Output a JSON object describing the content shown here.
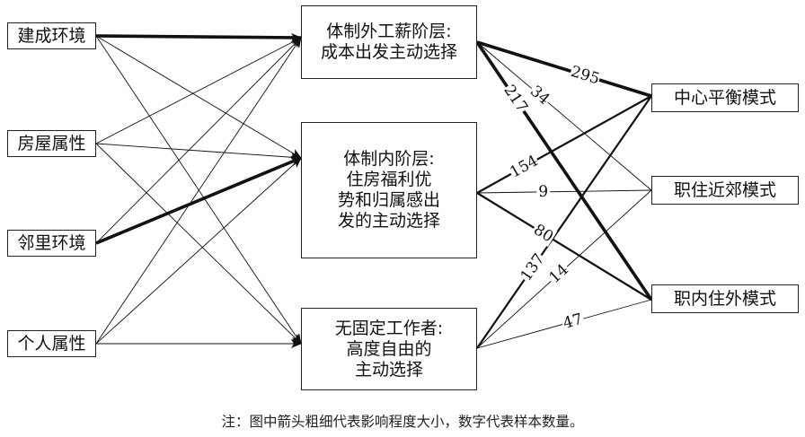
{
  "factors": [
    {
      "id": "f1",
      "label": "建成环境"
    },
    {
      "id": "f2",
      "label": "房屋属性"
    },
    {
      "id": "f3",
      "label": "邻里环境"
    },
    {
      "id": "f4",
      "label": "个人属性"
    }
  ],
  "groups": [
    {
      "id": "g1",
      "lines": [
        "体制外工薪阶层:",
        "成本出发主动选择"
      ]
    },
    {
      "id": "g2",
      "lines": [
        "体制内阶层:",
        "住房福利优",
        "势和归属感出",
        "发的主动选择"
      ]
    },
    {
      "id": "g3",
      "lines": [
        "无固定工作者:",
        "高度自由的",
        "主动选择"
      ]
    }
  ],
  "modes": [
    {
      "id": "m1",
      "label": "中心平衡模式"
    },
    {
      "id": "m2",
      "label": "职住近郊模式"
    },
    {
      "id": "m3",
      "label": "职内住外模式"
    }
  ],
  "factor_links": [
    {
      "from": "f1",
      "to": "g1",
      "weight": "thick"
    },
    {
      "from": "f1",
      "to": "g2",
      "weight": "thin"
    },
    {
      "from": "f1",
      "to": "g3",
      "weight": "thin"
    },
    {
      "from": "f2",
      "to": "g1",
      "weight": "thin"
    },
    {
      "from": "f2",
      "to": "g2",
      "weight": "thin"
    },
    {
      "from": "f2",
      "to": "g3",
      "weight": "thin"
    },
    {
      "from": "f3",
      "to": "g1",
      "weight": "thin"
    },
    {
      "from": "f3",
      "to": "g2",
      "weight": "thick"
    },
    {
      "from": "f4",
      "to": "g1",
      "weight": "thin"
    },
    {
      "from": "f4",
      "to": "g2",
      "weight": "thin"
    },
    {
      "from": "f4",
      "to": "g3",
      "weight": "thin"
    }
  ],
  "mode_links": [
    {
      "from": "g1",
      "to": "m1",
      "count": "295",
      "weight": "thick"
    },
    {
      "from": "g1",
      "to": "m2",
      "count": "34",
      "weight": "thin"
    },
    {
      "from": "g1",
      "to": "m3",
      "count": "217",
      "weight": "thick"
    },
    {
      "from": "g2",
      "to": "m1",
      "count": "154",
      "weight": "medium"
    },
    {
      "from": "g2",
      "to": "m2",
      "count": "9",
      "weight": "thin"
    },
    {
      "from": "g2",
      "to": "m3",
      "count": "80",
      "weight": "medium"
    },
    {
      "from": "g3",
      "to": "m1",
      "count": "137",
      "weight": "medium"
    },
    {
      "from": "g3",
      "to": "m2",
      "count": "14",
      "weight": "thin"
    },
    {
      "from": "g3",
      "to": "m3",
      "count": "47",
      "weight": "thin"
    }
  ],
  "note": "注：图中箭头粗细代表影响程度大小，数字代表样本数量。"
}
